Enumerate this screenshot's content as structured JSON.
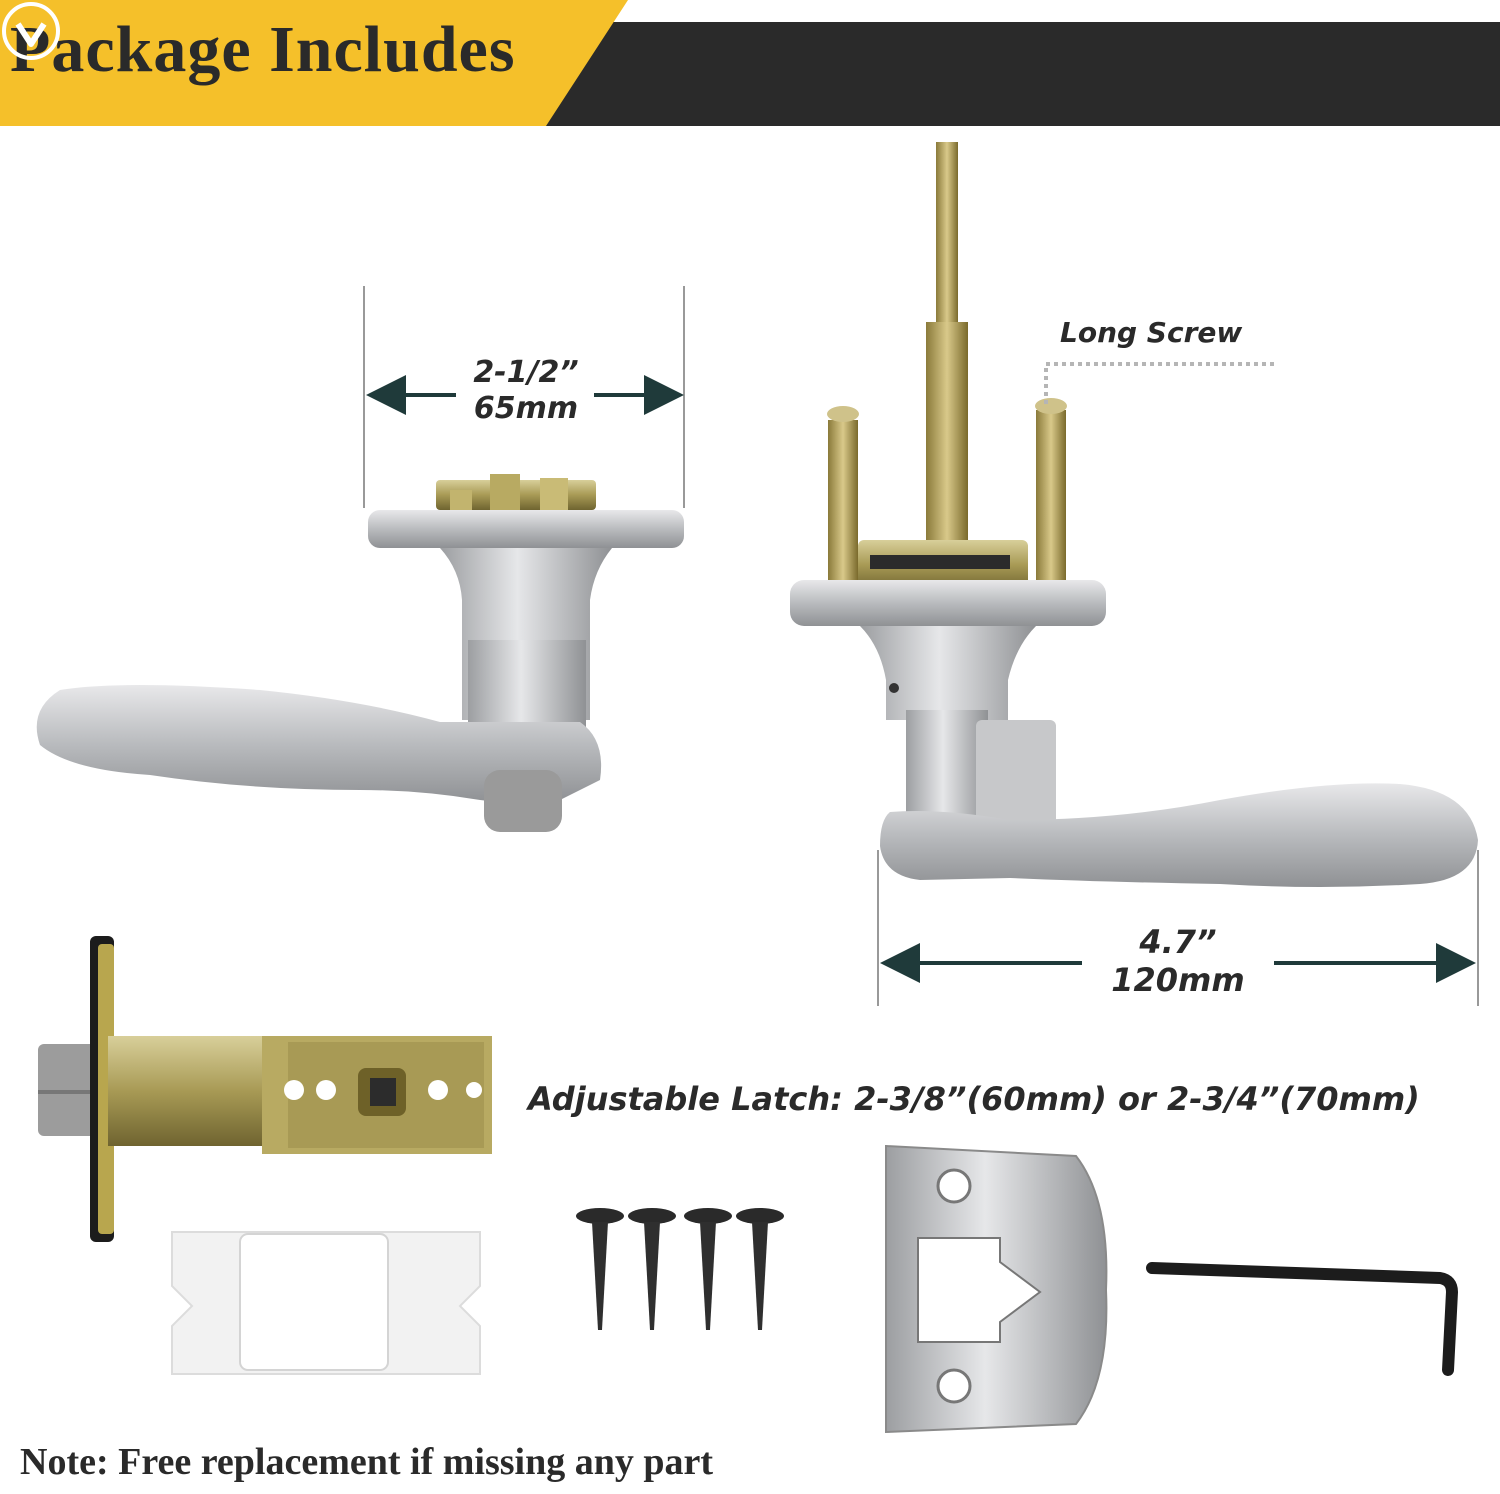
{
  "header": {
    "title": "Package Includes",
    "accent_color": "#f5c02a",
    "bar_color": "#2a2a2a",
    "badge_icon": "chevron-down-circle-icon"
  },
  "dimensions": {
    "rose_width_imperial": "2-1/2”",
    "rose_width_metric": "65mm",
    "lever_length_imperial": "4.7”",
    "lever_length_metric": "120mm"
  },
  "callouts": {
    "long_screw": "Long Screw",
    "adjustable_latch": "Adjustable Latch: 2-3/8”(60mm) or 2-3/4”(70mm)"
  },
  "footer": {
    "note": "Note: Free replacement if missing any part"
  }
}
